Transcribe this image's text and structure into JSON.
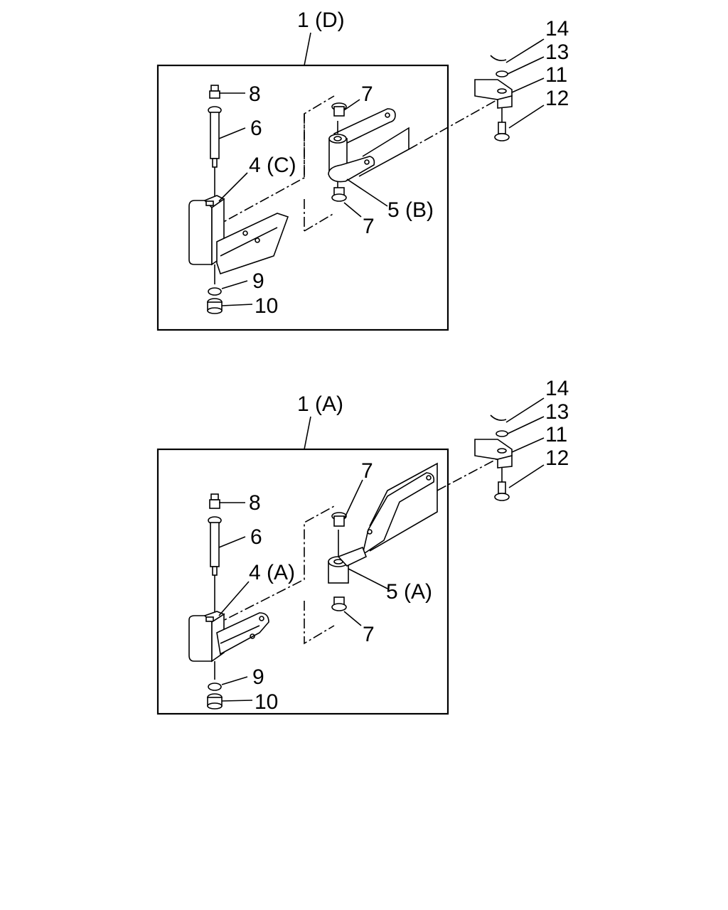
{
  "diagram_top": {
    "assembly_label": "1 (D)",
    "labels": {
      "p14": "14",
      "p13": "13",
      "p11": "11",
      "p12": "12",
      "p8": "8",
      "p6": "6",
      "p4": "4 (C)",
      "p7a": "7",
      "p5": "5 (B)",
      "p7b": "7",
      "p9": "9",
      "p10": "10"
    }
  },
  "diagram_bottom": {
    "assembly_label": "1 (A)",
    "labels": {
      "p14": "14",
      "p13": "13",
      "p11": "11",
      "p12": "12",
      "p8": "8",
      "p6": "6",
      "p4": "4 (A)",
      "p7a": "7",
      "p5": "5 (A)",
      "p7b": "7",
      "p9": "9",
      "p10": "10"
    }
  }
}
